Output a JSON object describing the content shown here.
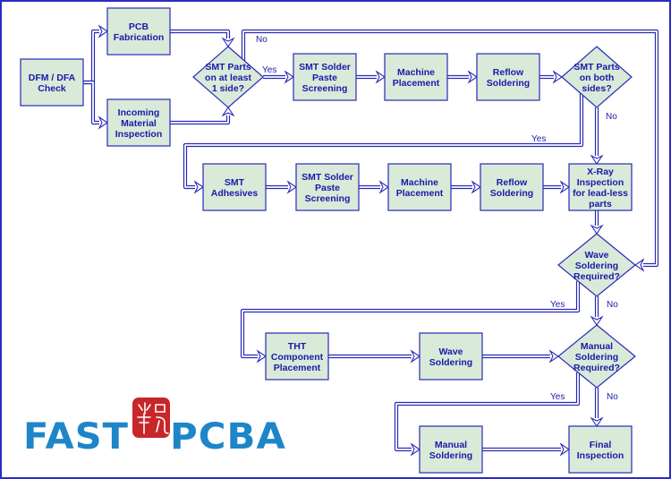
{
  "diagram": {
    "title": "PCBA Assembly Process Flow",
    "colors": {
      "node_fill": "#d9ead9",
      "node_stroke": "#2a2ab8",
      "text": "#1a1aa8",
      "connector": "#2a2ab8",
      "frame": "#2b2bc4"
    },
    "nodes": {
      "dfm": {
        "type": "process",
        "lines": [
          "DFM / DFA",
          "Check"
        ]
      },
      "pcb_fab": {
        "type": "process",
        "lines": [
          "PCB",
          "Fabrication"
        ]
      },
      "incoming": {
        "type": "process",
        "lines": [
          "Incoming",
          "Material",
          "Inspection"
        ]
      },
      "smt_one_side": {
        "type": "decision",
        "lines": [
          "SMT Parts",
          "on at least",
          "1 side?"
        ]
      },
      "paste1": {
        "type": "process",
        "lines": [
          "SMT Solder",
          "Paste",
          "Screening"
        ]
      },
      "place1": {
        "type": "process",
        "lines": [
          "Machine",
          "Placement"
        ]
      },
      "reflow1": {
        "type": "process",
        "lines": [
          "Reflow",
          "Soldering"
        ]
      },
      "smt_both": {
        "type": "decision",
        "lines": [
          "SMT Parts",
          "on both",
          "sides?"
        ]
      },
      "adhesives": {
        "type": "process",
        "lines": [
          "SMT",
          "Adhesives"
        ]
      },
      "paste2": {
        "type": "process",
        "lines": [
          "SMT Solder",
          "Paste",
          "Screening"
        ]
      },
      "place2": {
        "type": "process",
        "lines": [
          "Machine",
          "Placement"
        ]
      },
      "reflow2": {
        "type": "process",
        "lines": [
          "Reflow",
          "Soldering"
        ]
      },
      "xray": {
        "type": "process",
        "lines": [
          "X-Ray",
          "Inspection",
          "for lead-less",
          "parts"
        ]
      },
      "wave_req": {
        "type": "decision",
        "lines": [
          "Wave",
          "Soldering",
          "Required?"
        ]
      },
      "tht": {
        "type": "process",
        "lines": [
          "THT",
          "Component",
          "Placement"
        ]
      },
      "wave": {
        "type": "process",
        "lines": [
          "Wave",
          "Soldering"
        ]
      },
      "manual_req": {
        "type": "decision",
        "lines": [
          "Manual",
          "Soldering",
          "Required?"
        ]
      },
      "manual": {
        "type": "process",
        "lines": [
          "Manual",
          "Soldering"
        ]
      },
      "final": {
        "type": "process",
        "lines": [
          "Final",
          "Inspection"
        ]
      }
    },
    "edges": [
      {
        "from": "dfm",
        "to": "pcb_fab",
        "label": ""
      },
      {
        "from": "dfm",
        "to": "incoming",
        "label": ""
      },
      {
        "from": "pcb_fab",
        "to": "smt_one_side",
        "label": ""
      },
      {
        "from": "incoming",
        "to": "smt_one_side",
        "label": ""
      },
      {
        "from": "smt_one_side",
        "to": "paste1",
        "label": "Yes"
      },
      {
        "from": "smt_one_side",
        "to": "wave_req",
        "label": "No"
      },
      {
        "from": "paste1",
        "to": "place1",
        "label": ""
      },
      {
        "from": "place1",
        "to": "reflow1",
        "label": ""
      },
      {
        "from": "reflow1",
        "to": "smt_both",
        "label": ""
      },
      {
        "from": "smt_both",
        "to": "adhesives",
        "label": "Yes"
      },
      {
        "from": "smt_both",
        "to": "xray",
        "label": "No"
      },
      {
        "from": "adhesives",
        "to": "paste2",
        "label": ""
      },
      {
        "from": "paste2",
        "to": "place2",
        "label": ""
      },
      {
        "from": "place2",
        "to": "reflow2",
        "label": ""
      },
      {
        "from": "reflow2",
        "to": "xray",
        "label": ""
      },
      {
        "from": "xray",
        "to": "wave_req",
        "label": ""
      },
      {
        "from": "wave_req",
        "to": "tht",
        "label": "Yes"
      },
      {
        "from": "wave_req",
        "to": "manual_req",
        "label": "No"
      },
      {
        "from": "tht",
        "to": "wave",
        "label": ""
      },
      {
        "from": "wave",
        "to": "manual_req",
        "label": ""
      },
      {
        "from": "manual_req",
        "to": "manual",
        "label": "Yes"
      },
      {
        "from": "manual_req",
        "to": "final",
        "label": "No"
      },
      {
        "from": "manual",
        "to": "final",
        "label": ""
      }
    ]
  },
  "logo": {
    "text_left": "FAST",
    "text_right": "PCBA",
    "seal_icon": "chinese-seal-icon",
    "text_color": "#1e86c8",
    "seal_color": "#c8262a"
  }
}
